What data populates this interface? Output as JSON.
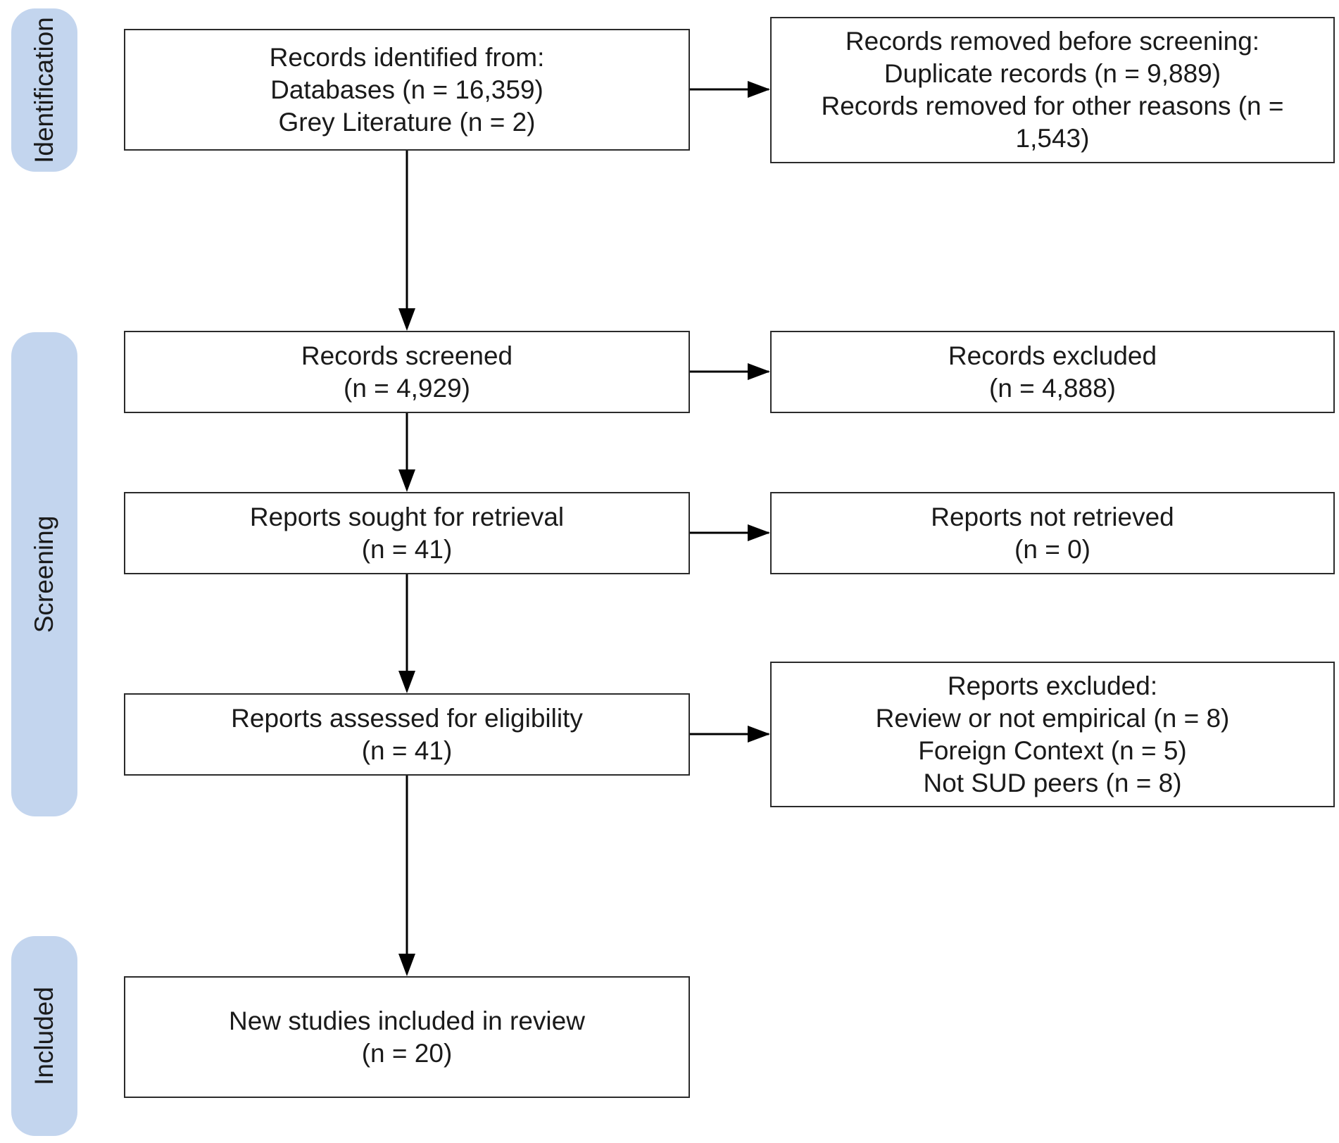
{
  "phases": {
    "identification": "Identification",
    "screening": "Screening",
    "included": "Included"
  },
  "boxes": {
    "identified": {
      "lines": [
        "Records identified from:",
        "Databases (n = 16,359)",
        "Grey Literature (n = 2)"
      ]
    },
    "removed_before": {
      "lines": [
        "Records removed before screening:",
        "Duplicate records (n = 9,889)",
        "Records removed for other reasons (n = 1,543)"
      ]
    },
    "screened": {
      "lines": [
        "Records screened",
        "(n = 4,929)"
      ]
    },
    "excluded": {
      "lines": [
        "Records excluded",
        "(n = 4,888)"
      ]
    },
    "sought": {
      "lines": [
        "Reports sought for retrieval",
        "(n = 41)"
      ]
    },
    "not_retrieved": {
      "lines": [
        "Reports not retrieved",
        "(n = 0)"
      ]
    },
    "assessed": {
      "lines": [
        "Reports assessed for eligibility",
        "(n = 41)"
      ]
    },
    "reports_excluded": {
      "lines": [
        "Reports excluded:",
        "Review or not empirical (n = 8)",
        "Foreign Context (n = 5)",
        "Not SUD peers (n = 8)"
      ]
    },
    "included": {
      "lines": [
        "New studies included in review",
        "(n = 20)"
      ]
    }
  },
  "colors": {
    "phase_fill": "#c3d5ee",
    "box_border": "#2b2b2b",
    "arrow": "#000000"
  }
}
